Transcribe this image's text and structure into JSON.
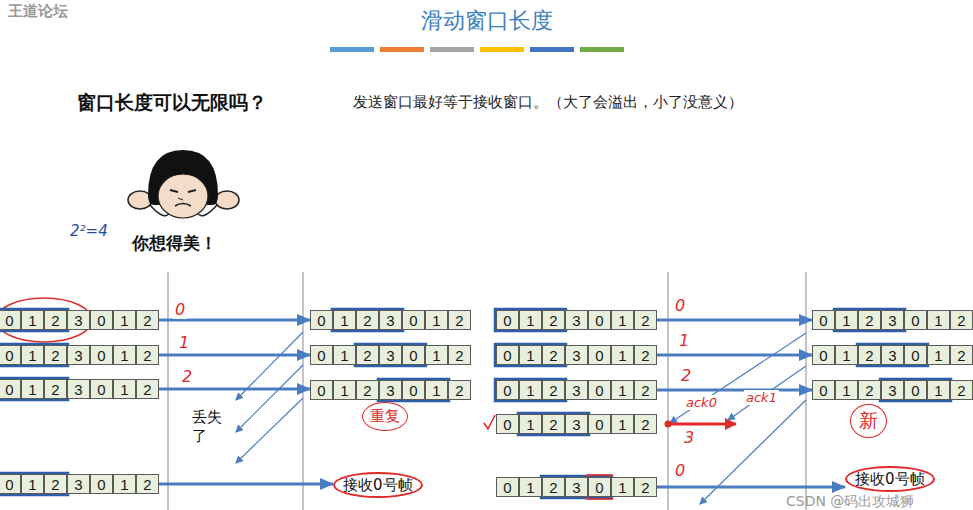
{
  "diagram": {
    "title": "滑动窗口长度",
    "nodes": [
      {
        "text": [
          "0"
        ]
      },
      {
        "text": [
          "1"
        ]
      },
      {
        "text": [
          "2"
        ]
      },
      {
        "text": [
          "3"
        ]
      },
      {
        "text": [
          "0"
        ]
      },
      {
        "text": [
          "1"
        ]
      },
      {
        "text": [
          "2"
        ]
      },
      {
        "text": [
          "0"
        ]
      },
      {
        "text": [
          "1"
        ]
      },
      {
        "text": [
          "2"
        ]
      },
      {
        "text": [
          "3"
        ]
      },
      {
        "text": [
          "0"
        ]
      },
      {
        "text": [
          "1"
        ]
      },
      {
        "text": [
          "2"
        ]
      },
      {
        "text": [
          "0"
        ]
      },
      {
        "text": [
          "1"
        ]
      },
      {
        "text": [
          "2"
        ]
      },
      {
        "text": [
          "3"
        ]
      },
      {
        "text": [
          "0"
        ]
      },
      {
        "text": [
          "1"
        ]
      },
      {
        "text": [
          "2"
        ]
      },
      {
        "text": [
          "0"
        ]
      },
      {
        "text": [
          "1"
        ]
      },
      {
        "text": [
          "2"
        ]
      },
      {
        "text": [
          "3"
        ]
      },
      {
        "text": [
          "0"
        ]
      },
      {
        "text": [
          "1"
        ]
      },
      {
        "text": [
          "2"
        ]
      },
      {
        "text": [
          "0"
        ]
      },
      {
        "text": [
          "1"
        ]
      },
      {
        "text": [
          "2"
        ]
      },
      {
        "text": [
          "3"
        ]
      },
      {
        "text": [
          "0"
        ]
      },
      {
        "text": [
          "1"
        ]
      },
      {
        "text": [
          "2"
        ]
      },
      {
        "text": [
          "0"
        ]
      },
      {
        "text": [
          "1"
        ]
      },
      {
        "text": [
          "2"
        ]
      },
      {
        "text": [
          "3"
        ]
      },
      {
        "text": [
          "0"
        ]
      },
      {
        "text": [
          "1"
        ]
      },
      {
        "text": [
          "2"
        ]
      },
      {
        "text": [
          "0"
        ]
      },
      {
        "text": [
          "1"
        ]
      },
      {
        "text": [
          "2"
        ]
      },
      {
        "text": [
          "3"
        ]
      },
      {
        "text": [
          "0"
        ]
      },
      {
        "text": [
          "1"
        ]
      },
      {
        "text": [
          "2"
        ]
      },
      {
        "text": [
          "接收0号帧"
        ]
      },
      {
        "text": [
          "0"
        ]
      },
      {
        "text": [
          "1"
        ]
      },
      {
        "text": [
          "2"
        ]
      },
      {
        "text": [
          "3"
        ]
      },
      {
        "text": [
          "0"
        ]
      },
      {
        "text": [
          "1"
        ]
      },
      {
        "text": [
          "2"
        ]
      },
      {
        "text": [
          "0"
        ]
      },
      {
        "text": [
          "1"
        ]
      },
      {
        "text": [
          "2"
        ]
      },
      {
        "text": [
          "3"
        ]
      },
      {
        "text": [
          "0"
        ]
      },
      {
        "text": [
          "1"
        ]
      },
      {
        "text": [
          "2"
        ]
      },
      {
        "text": [
          "0"
        ]
      },
      {
        "text": [
          "1"
        ]
      },
      {
        "text": [
          "2"
        ]
      },
      {
        "text": [
          "3"
        ]
      },
      {
        "text": [
          "0"
        ]
      },
      {
        "text": [
          "1"
        ]
      },
      {
        "text": [
          "2"
        ]
      },
      {
        "text": [
          "0"
        ]
      },
      {
        "text": [
          "1"
        ]
      },
      {
        "text": [
          "2"
        ]
      },
      {
        "text": [
          "3"
        ]
      },
      {
        "text": [
          "0"
        ]
      },
      {
        "text": [
          "1"
        ]
      },
      {
        "text": [
          "2"
        ]
      },
      {
        "text": [
          "0"
        ]
      },
      {
        "text": [
          "1"
        ]
      },
      {
        "text": [
          "2"
        ]
      },
      {
        "text": [
          "3"
        ]
      },
      {
        "text": [
          "0"
        ]
      },
      {
        "text": [
          "1"
        ]
      },
      {
        "text": [
          "2"
        ]
      },
      {
        "text": [
          "0"
        ]
      },
      {
        "text": [
          "1"
        ]
      },
      {
        "text": [
          "2"
        ]
      },
      {
        "text": [
          "3"
        ]
      },
      {
        "text": [
          "0"
        ]
      },
      {
        "text": [
          "1"
        ]
      },
      {
        "text": [
          "2"
        ]
      },
      {
        "text": [
          "0"
        ]
      },
      {
        "text": [
          "1"
        ]
      },
      {
        "text": [
          "2"
        ]
      },
      {
        "text": [
          "3"
        ]
      },
      {
        "text": [
          "0"
        ]
      },
      {
        "text": [
          "1"
        ]
      },
      {
        "text": [
          "2"
        ]
      },
      {
        "text": [
          "0"
        ]
      },
      {
        "text": [
          "1"
        ]
      },
      {
        "text": [
          "2"
        ]
      },
      {
        "text": [
          "3"
        ]
      },
      {
        "text": [
          "0"
        ]
      },
      {
        "text": [
          "1"
        ]
      },
      {
        "text": [
          "2"
        ]
      },
      {
        "text": [
          "接收0号帧"
        ]
      }
    ],
    "edges": [
      {
        "from": 6,
        "to": 28,
        "arrow": "to"
      },
      {
        "from": 13,
        "to": 35,
        "arrow": "to"
      },
      {
        "from": 20,
        "to": 42,
        "arrow": "to"
      },
      {
        "from": 27,
        "to": 49,
        "arrow": "to"
      },
      {
        "from": 56,
        "to": 85,
        "arrow": "to"
      },
      {
        "from": 63,
        "to": 92,
        "arrow": "to"
      },
      {
        "from": 70,
        "to": 99,
        "arrow": "to"
      },
      {
        "from": 84,
        "to": 106,
        "arrow": "to"
      }
    ],
    "labels": [
      "王道论坛",
      "窗口长度可以无限吗？",
      "发送窗口最好等于接收窗口。（大了会溢出，小了没意义）",
      "2²=4",
      "你想得美！",
      "0",
      "1",
      "2",
      "丢失了",
      "重复",
      "0",
      "1",
      "2",
      "ack0",
      "ack1",
      "3",
      "0",
      "新",
      "CSDN @码出攻城狮"
    ]
  }
}
